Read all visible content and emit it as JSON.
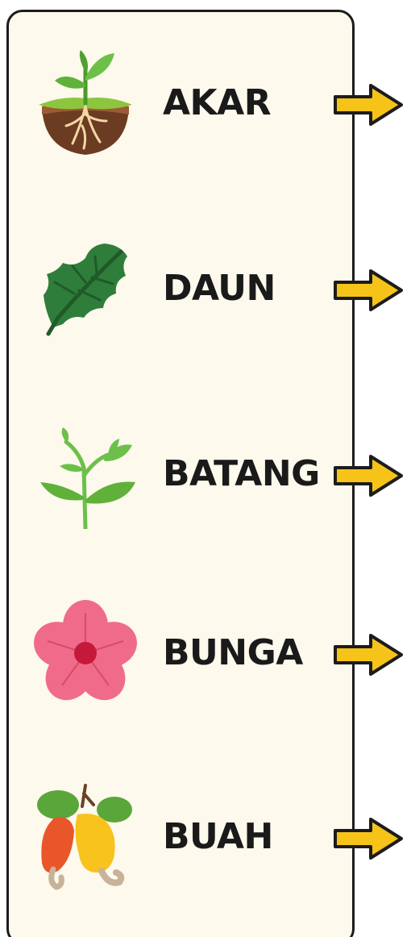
{
  "items": [
    {
      "label": "AKAR",
      "icon": "plant-roots-icon"
    },
    {
      "label": "DAUN",
      "icon": "leaf-icon"
    },
    {
      "label": "BATANG",
      "icon": "stem-icon"
    },
    {
      "label": "BUNGA",
      "icon": "flower-icon"
    },
    {
      "label": "BUAH",
      "icon": "cashew-fruit-icon"
    }
  ],
  "colors": {
    "panel_background": "#fdf9ec",
    "panel_border": "#1c1c1c",
    "arrow_fill": "#f6c319",
    "label_text": "#1a1a1a"
  }
}
